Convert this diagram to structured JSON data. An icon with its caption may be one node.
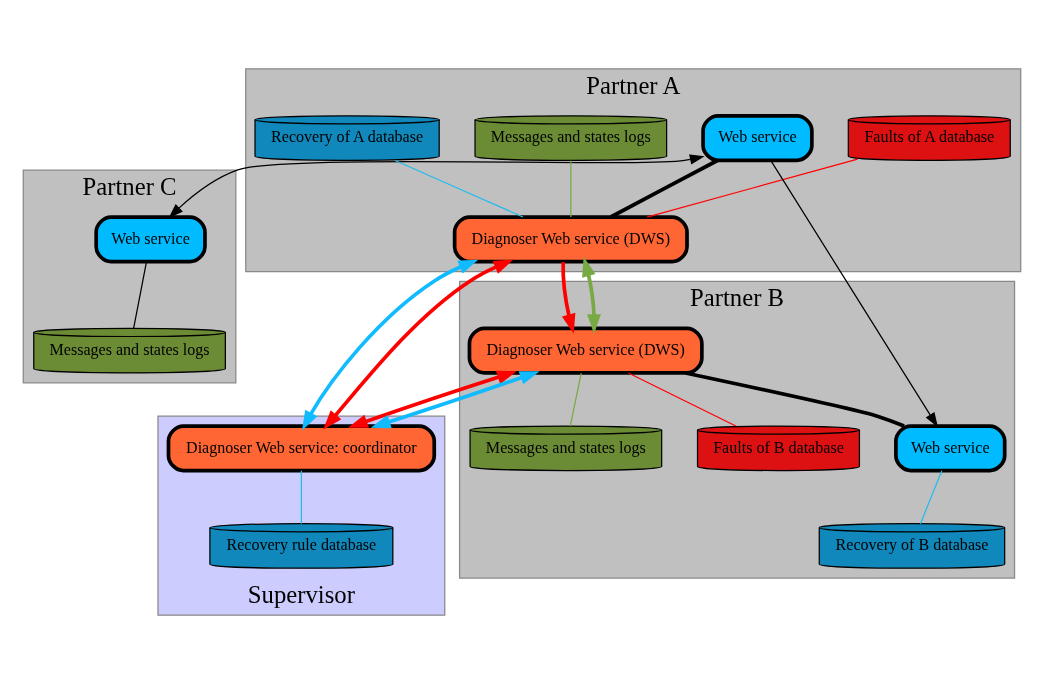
{
  "diagram": {
    "nodes": [
      {
        "text": [
          "Partner C"
        ]
      },
      {
        "text": [
          "Web service"
        ],
        "in": 0
      },
      {
        "text": [
          "Messages and states logs"
        ],
        "in": 0
      },
      {
        "text": [
          "Partner A"
        ]
      },
      {
        "text": [
          "Faults of A database"
        ],
        "in": 3
      },
      {
        "text": [
          "Web service"
        ],
        "in": 3
      },
      {
        "text": [
          "Diagnoser Web service (DWS)"
        ],
        "in": 3
      },
      {
        "text": [
          "Messages and states logs"
        ],
        "in": 3
      },
      {
        "text": [
          "Recovery of A database"
        ],
        "in": 3
      },
      {
        "text": [
          "Supervisor"
        ]
      },
      {
        "text": [
          "Diagnoser Web service: coordinator"
        ],
        "in": 9
      },
      {
        "text": [
          "Recovery rule database"
        ],
        "in": 9
      },
      {
        "text": [
          "Partner B"
        ]
      },
      {
        "text": [
          "Diagnoser Web service (DWS)"
        ],
        "in": 12
      },
      {
        "text": [
          "Web service"
        ],
        "in": 12
      },
      {
        "text": [
          "Messages and states logs"
        ],
        "in": 12
      },
      {
        "text": [
          "Faults of B database"
        ],
        "in": 12
      },
      {
        "text": [
          "Recovery of B database"
        ],
        "in": 12
      }
    ],
    "edges": [
      {
        "from": 1,
        "to": 2,
        "arrow": "none"
      },
      {
        "from": 5,
        "to": 1,
        "arrow": "both"
      },
      {
        "from": 5,
        "to": 14,
        "arrow": "to"
      },
      {
        "from": 5,
        "to": 6,
        "arrow": "none",
        "style": "thick"
      },
      {
        "from": 4,
        "to": 6,
        "arrow": "none",
        "color": "#ff0000"
      },
      {
        "from": 7,
        "to": 6,
        "arrow": "none",
        "color": "#77aa44"
      },
      {
        "from": 8,
        "to": 6,
        "arrow": "none",
        "color": "#22bbee"
      },
      {
        "from": 6,
        "to": 10,
        "arrow": "both",
        "style": "thick",
        "color": "#11bbff"
      },
      {
        "from": 6,
        "to": 10,
        "arrow": "both",
        "style": "thick",
        "color": "#ff0000"
      },
      {
        "from": 6,
        "to": 13,
        "arrow": "to",
        "style": "thick",
        "color": "#ff0000"
      },
      {
        "from": 6,
        "to": 13,
        "arrow": "both",
        "style": "thick",
        "color": "#77aa44"
      },
      {
        "from": 13,
        "to": 10,
        "arrow": "both",
        "style": "thick",
        "color": "#ff0000"
      },
      {
        "from": 13,
        "to": 10,
        "arrow": "both",
        "style": "thick",
        "color": "#11bbff"
      },
      {
        "from": 10,
        "to": 11,
        "arrow": "none",
        "color": "#22bbee"
      },
      {
        "from": 13,
        "to": 14,
        "arrow": "none",
        "style": "thick"
      },
      {
        "from": 13,
        "to": 15,
        "arrow": "none",
        "color": "#77aa44"
      },
      {
        "from": 13,
        "to": 16,
        "arrow": "none",
        "color": "#ff0000"
      },
      {
        "from": 14,
        "to": 17,
        "arrow": "none",
        "color": "#22bbee"
      }
    ]
  }
}
